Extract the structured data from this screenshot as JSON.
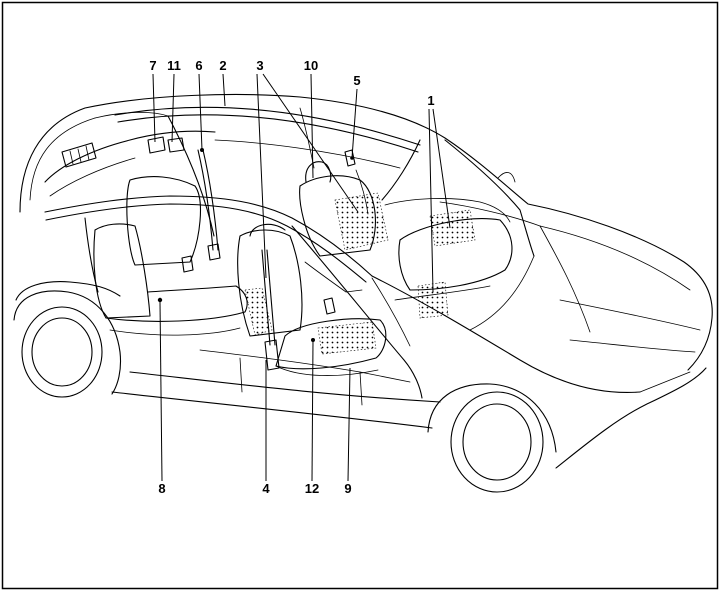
{
  "callouts": [
    "7",
    "11",
    "6",
    "2",
    "3",
    "10",
    "5",
    "1",
    "8",
    "4",
    "12",
    "9"
  ],
  "colors": {
    "line": "#000000",
    "background": "#ffffff"
  }
}
